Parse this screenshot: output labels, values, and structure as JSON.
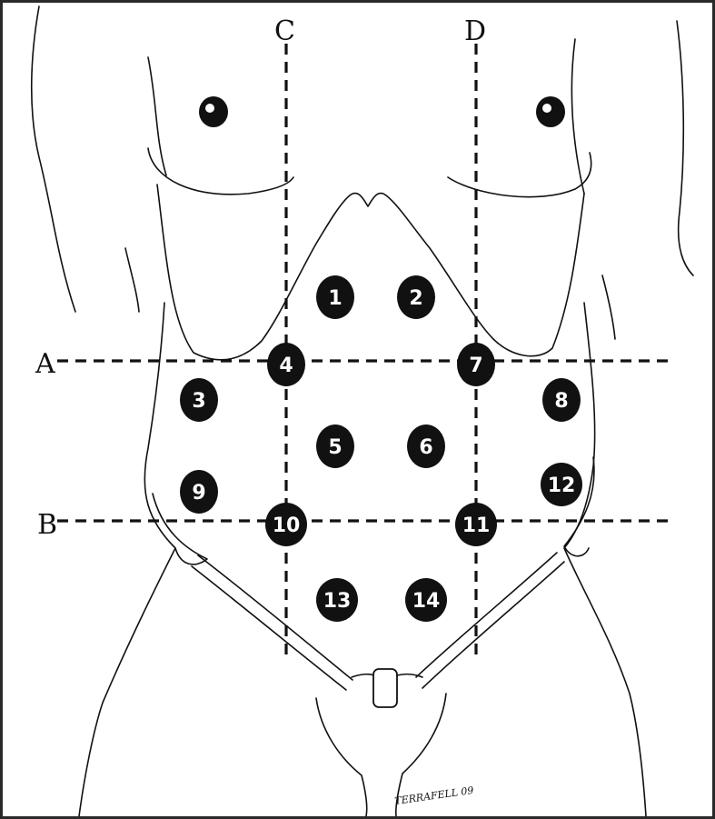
{
  "lines": {
    "A": "A",
    "B": "B",
    "C": "C",
    "D": "D"
  },
  "points": [
    "1",
    "2",
    "3",
    "4",
    "5",
    "6",
    "7",
    "8",
    "9",
    "10",
    "11",
    "12",
    "13",
    "14"
  ],
  "signature": "TERRAFELL 09",
  "colors": {
    "ink": "#111111",
    "marker_fill": "#111111",
    "marker_text": "#ffffff",
    "background": "#ffffff"
  }
}
